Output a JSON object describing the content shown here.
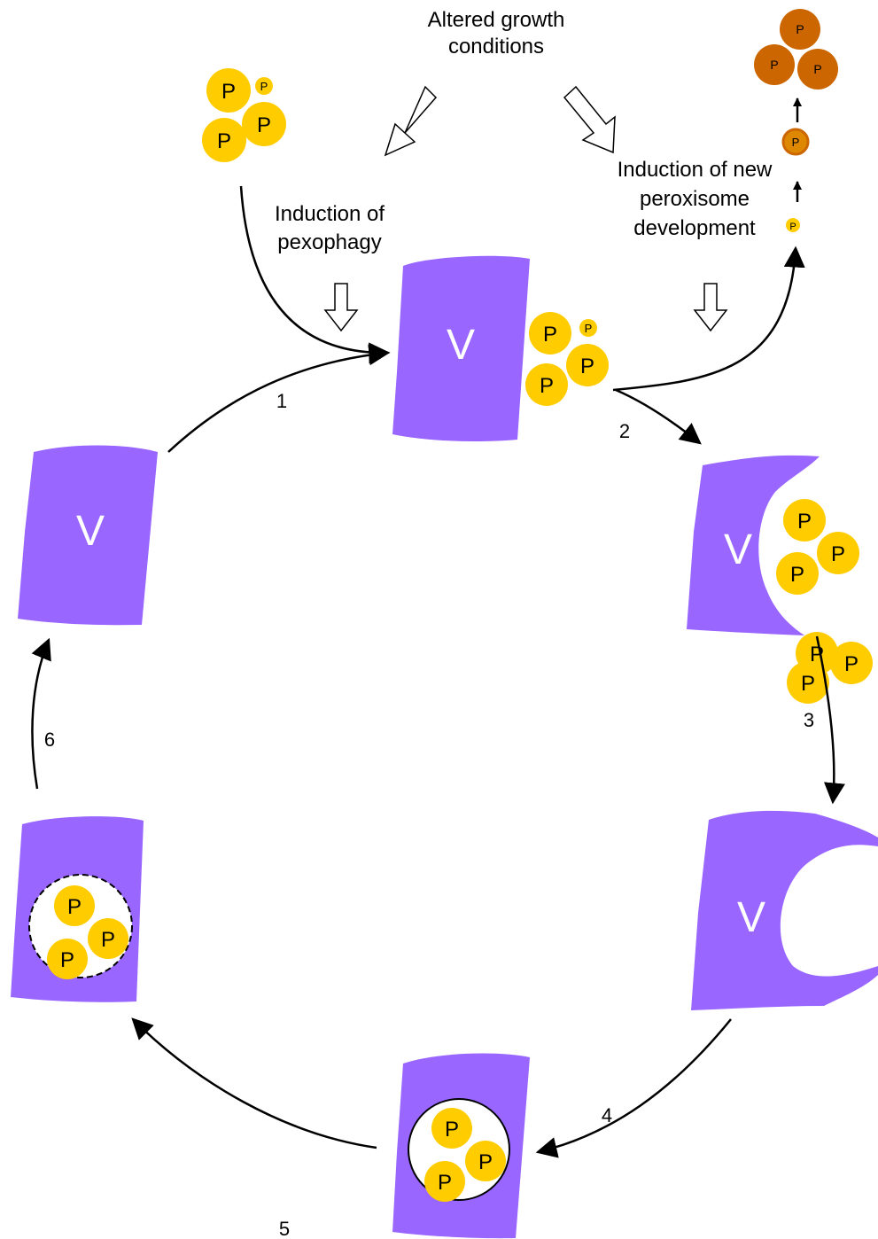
{
  "labels": {
    "altered_line1": "Altered growth",
    "altered_line2": "conditions",
    "pexophagy_line1": "Induction of",
    "pexophagy_line2": "pexophagy",
    "newperox_line1": "Induction of new",
    "newperox_line2": "peroxisome",
    "newperox_line3": "development"
  },
  "steps": [
    "1",
    "2",
    "3",
    "4",
    "5",
    "6"
  ],
  "vacuole_label": "V",
  "peroxisome_label": "P",
  "colors": {
    "vacuole": "#9966ff",
    "peroxisome": "#ffcc00",
    "mature_peroxisome": "#cc6600"
  }
}
